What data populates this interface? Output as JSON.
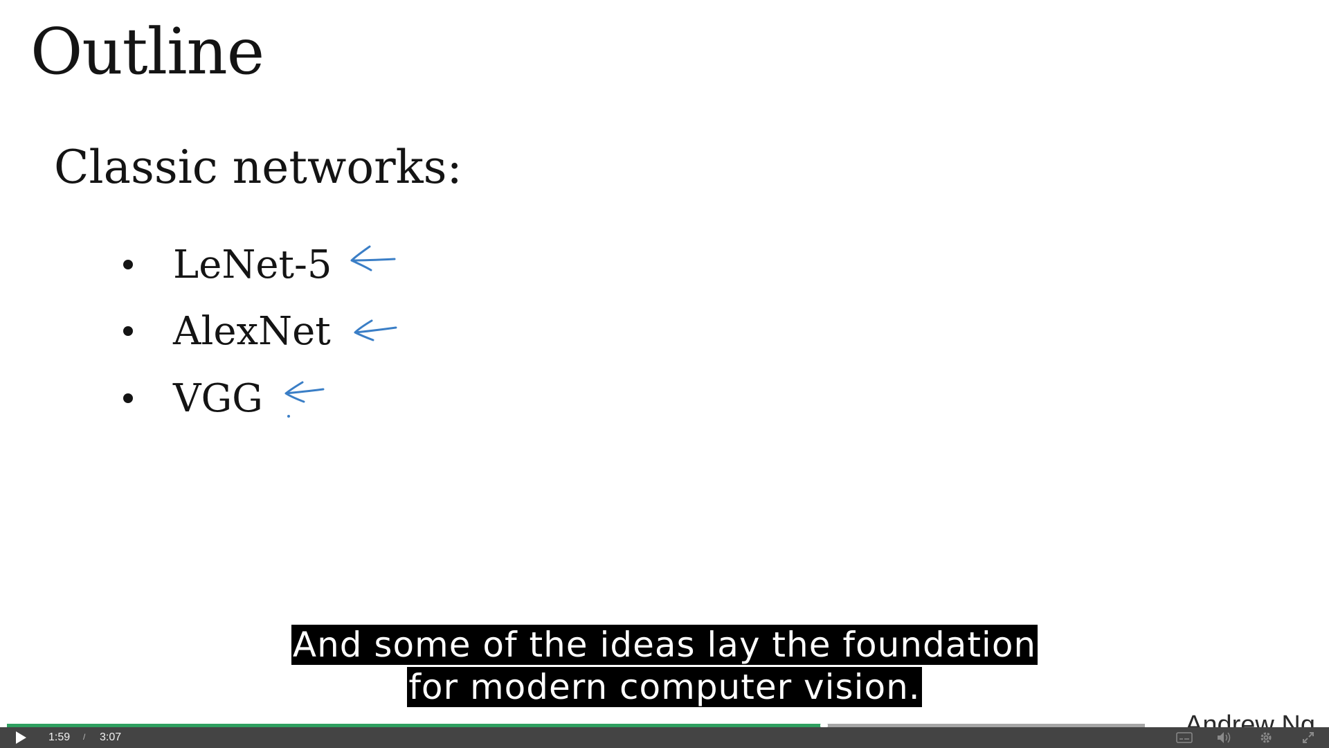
{
  "slide": {
    "title": "Outline",
    "subtitle": "Classic networks:",
    "bullets": [
      {
        "label": "LeNet-5"
      },
      {
        "label": "AlexNet"
      },
      {
        "label": "VGG"
      }
    ],
    "annotation_color": "#3a7ec6",
    "watermark": "Andrew Ng"
  },
  "captions": {
    "line1": "And some of the ideas lay the foundation",
    "line2": "for modern computer vision."
  },
  "player": {
    "current_time": "1:59",
    "separator": "/",
    "duration": "3:07",
    "progress_fraction": 0.718,
    "progress_color": "#2fa060",
    "icons": {
      "play": "play-icon",
      "captions": "captions-icon",
      "volume": "volume-icon",
      "settings": "gear-icon",
      "fullscreen": "fullscreen-icon"
    }
  }
}
